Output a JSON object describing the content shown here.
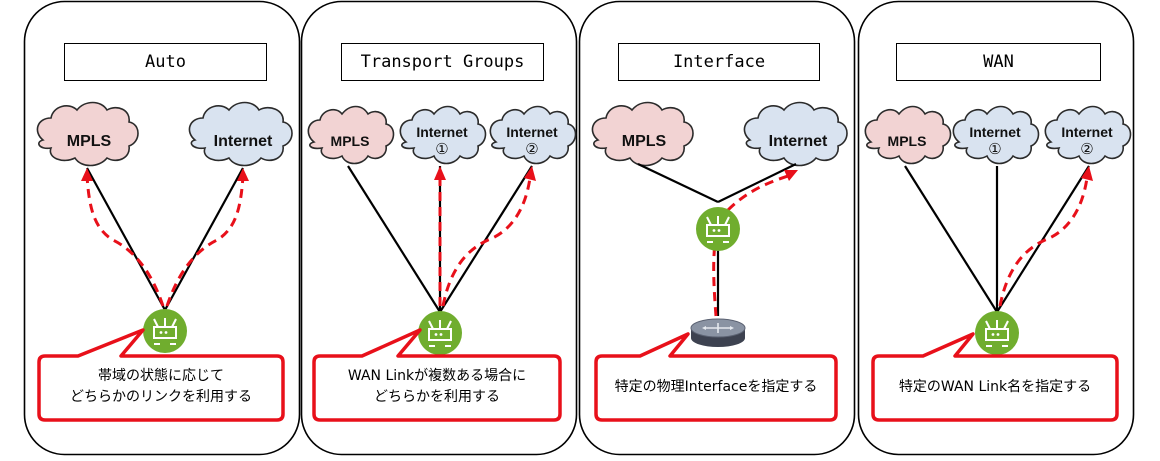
{
  "panels": [
    {
      "title": "Auto",
      "clouds": [
        {
          "label": "MPLS"
        },
        {
          "label": "Internet"
        }
      ],
      "callout": [
        "帯域の状態に応じて",
        "どちらかのリンクを利用する"
      ]
    },
    {
      "title": "Transport Groups",
      "clouds": [
        {
          "label": "MPLS"
        },
        {
          "label": "Internet",
          "sub": "①"
        },
        {
          "label": "Internet",
          "sub": "②"
        }
      ],
      "callout": [
        "WAN Linkが複数ある場合に",
        "どちらかを利用する"
      ]
    },
    {
      "title": "Interface",
      "clouds": [
        {
          "label": "MPLS"
        },
        {
          "label": "Internet"
        }
      ],
      "callout": [
        "特定の物理Interfaceを指定する"
      ]
    },
    {
      "title": "WAN",
      "clouds": [
        {
          "label": "MPLS"
        },
        {
          "label": "Internet",
          "sub": "①"
        },
        {
          "label": "Internet",
          "sub": "②"
        }
      ],
      "callout": [
        "特定のWAN Link名を指定する"
      ]
    }
  ],
  "colors": {
    "mpls_fill": "#f2d3d3",
    "internet_fill": "#d9e3f0",
    "cloud_stroke": "#2b2b2b",
    "device_green": "#70ad2e",
    "path_red": "#e8101a",
    "callout_border": "#e8101a"
  },
  "icons": {
    "edge_device": "sd-wan-edge-icon",
    "router": "router-icon"
  }
}
